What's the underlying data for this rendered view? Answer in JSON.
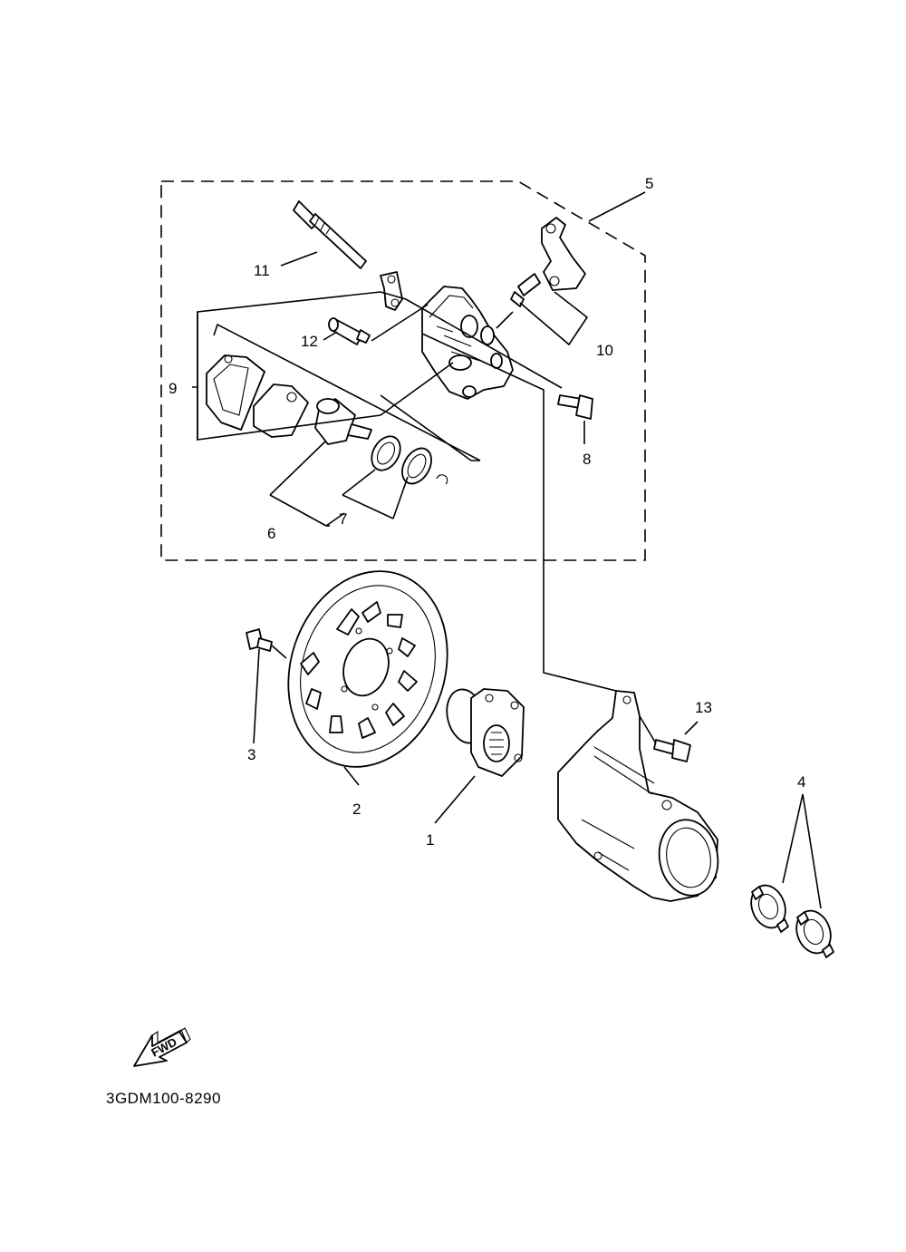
{
  "callouts": {
    "c1": "1",
    "c2": "2",
    "c3": "3",
    "c4": "4",
    "c5": "5",
    "c6": "6",
    "c7": "7",
    "c8": "8",
    "c9": "9",
    "c10": "10",
    "c11": "11",
    "c12": "12",
    "c13": "13"
  },
  "fwd_label": "FWD",
  "diagram_code": "3GDM100-8290"
}
